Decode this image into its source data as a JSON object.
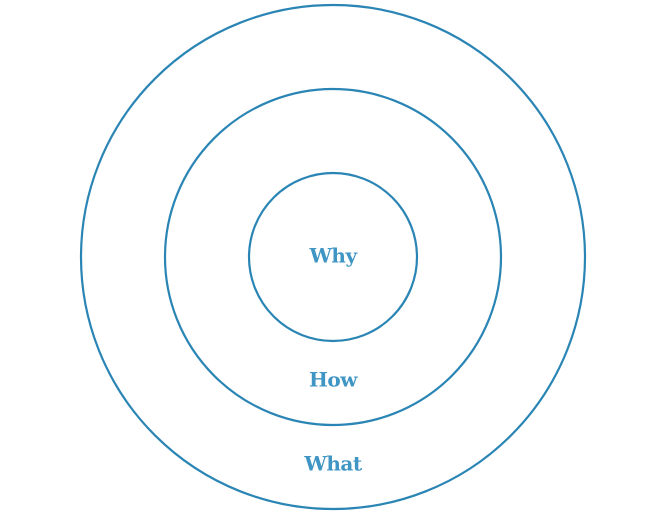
{
  "colors": {
    "stroke": "#2a85b5",
    "label": "#3f95c4",
    "background": "#ffffff"
  },
  "diagram": {
    "type": "concentric-circles",
    "rings": [
      {
        "label": "Why"
      },
      {
        "label": "How"
      },
      {
        "label": "What"
      }
    ]
  }
}
